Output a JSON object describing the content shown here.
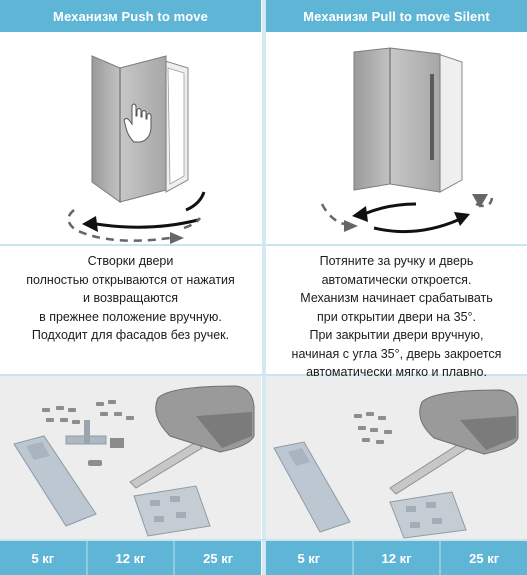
{
  "left": {
    "title": "Механизм Push to move",
    "description": [
      "Створки двери",
      "полностью открываются от нажатия",
      "и возвращаются",
      "в прежнее положение вручную.",
      "Подходит для фасадов без ручек."
    ],
    "weights": [
      "5 кг",
      "12 кг",
      "25 кг"
    ],
    "icons": [
      "folding-door",
      "hand-push",
      "rotation-arrows",
      "hardware-kit"
    ]
  },
  "right": {
    "title": "Механизм Pull to move Silent",
    "description": [
      "Потяните за ручку и дверь",
      "автоматически откроется.",
      "Механизм начинает срабатывать",
      "при открытии двери на 35°.",
      "При закрытии двери вручную,",
      "начиная с угла 35°, дверь закроется",
      "автоматически мягко и плавно."
    ],
    "weights": [
      "5 кг",
      "12 кг",
      "25 кг"
    ],
    "icons": [
      "folding-door",
      "door-handle",
      "rotation-arrows",
      "hardware-kit"
    ]
  },
  "colors": {
    "header": "#5fb5d6",
    "divider": "#d5e9f2",
    "photo_background": "#ededed",
    "text": "#1c1c1c"
  }
}
